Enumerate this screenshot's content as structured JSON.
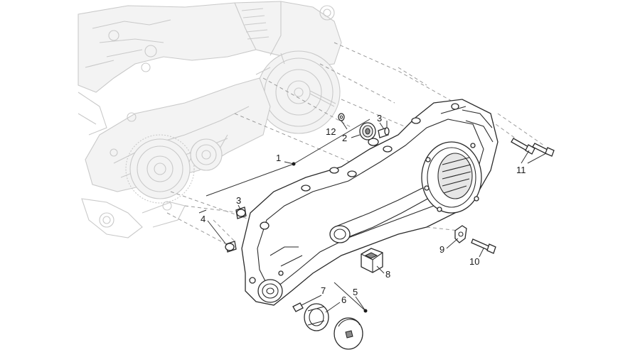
{
  "callouts": [
    {
      "id": "1",
      "label": "1"
    },
    {
      "id": "2",
      "label": "2"
    },
    {
      "id": "3a",
      "label": "3"
    },
    {
      "id": "3b",
      "label": "3"
    },
    {
      "id": "4",
      "label": "4"
    },
    {
      "id": "5",
      "label": "5"
    },
    {
      "id": "6",
      "label": "6"
    },
    {
      "id": "7",
      "label": "7"
    },
    {
      "id": "8",
      "label": "8"
    },
    {
      "id": "9",
      "label": "9"
    },
    {
      "id": "10",
      "label": "10"
    },
    {
      "id": "11",
      "label": "11"
    },
    {
      "id": "12",
      "label": "12"
    }
  ]
}
